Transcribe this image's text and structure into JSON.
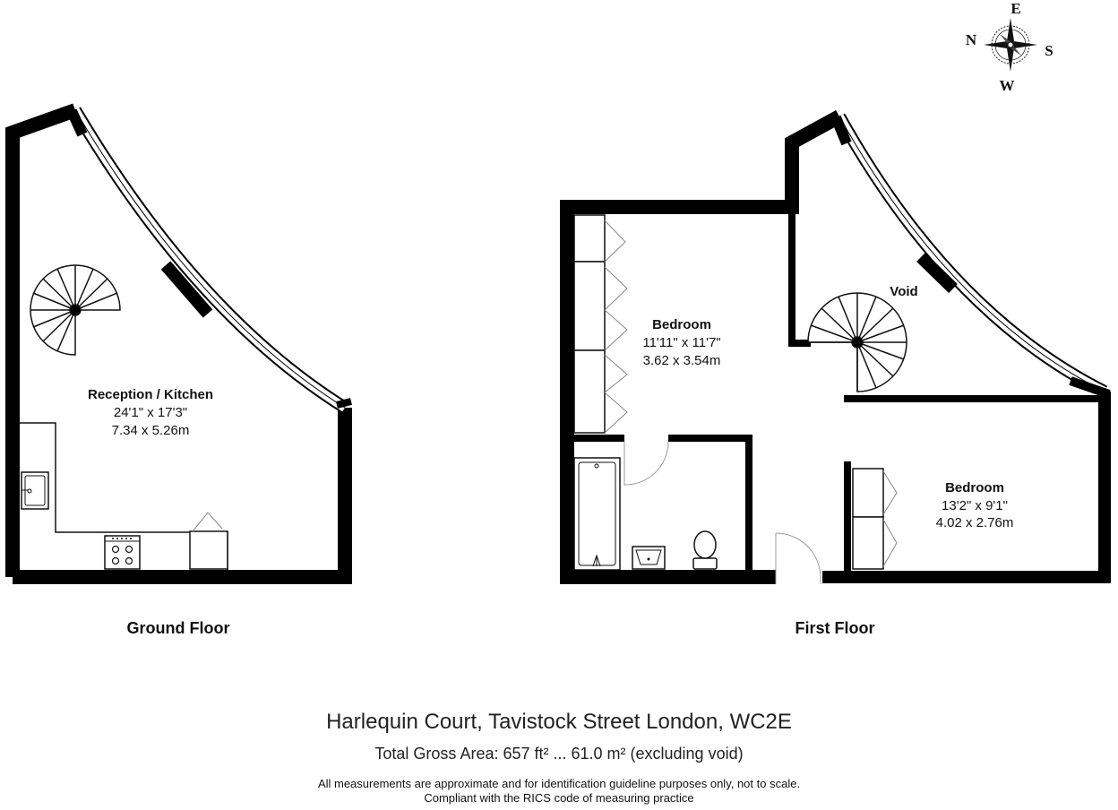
{
  "compass": {
    "north": "N",
    "east": "E",
    "south": "S",
    "west": "W"
  },
  "ground_floor": {
    "label": "Ground Floor",
    "room": {
      "name": "Reception / Kitchen",
      "dim_imperial": "24'1\" x 17'3\"",
      "dim_metric": "7.34 x 5.26m"
    }
  },
  "first_floor": {
    "label": "First Floor",
    "void": "Void",
    "bedroom1": {
      "name": "Bedroom",
      "dim_imperial": "11'11\" x 11'7\"",
      "dim_metric": "3.62 x 3.54m"
    },
    "bedroom2": {
      "name": "Bedroom",
      "dim_imperial": "13'2\" x 9'1\"",
      "dim_metric": "4.02 x 2.76m"
    }
  },
  "footer": {
    "address": "Harlequin Court, Tavistock Street London, WC2E",
    "area": "Total Gross Area: 657 ft² ... 61.0 m² (excluding void)",
    "disclaimer_line1": "All measurements are approximate and for identification guideline purposes only, not to scale.",
    "disclaimer_line2": "Compliant with the RICS code of measuring practice"
  }
}
